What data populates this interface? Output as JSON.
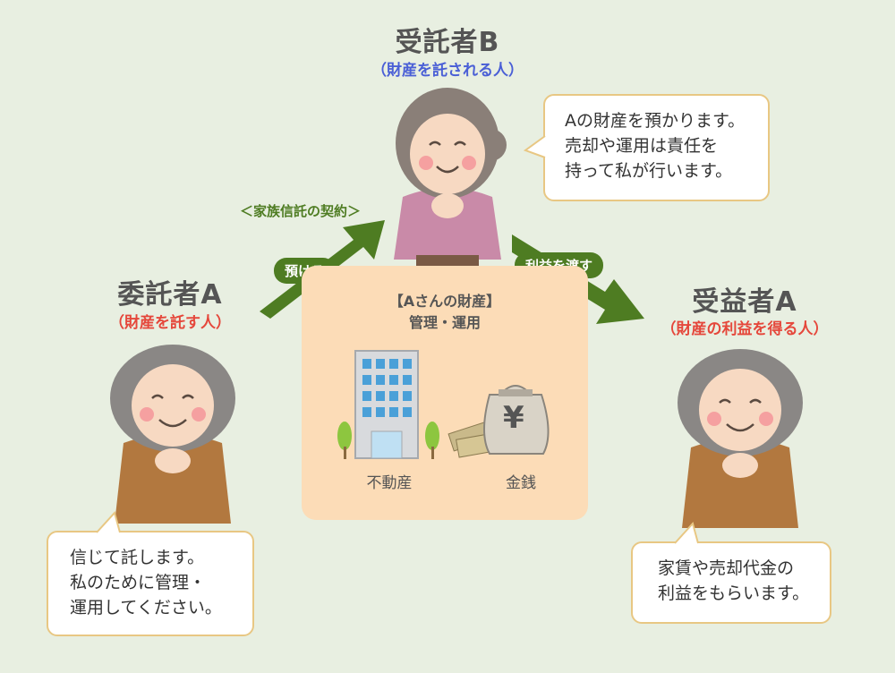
{
  "trustee": {
    "title": "受託者B",
    "subtitle": "（財産を託される人）",
    "speech": [
      "Aの財産を預かります。",
      "売却や運用は責任を",
      "持って私が行います。"
    ]
  },
  "settlor": {
    "title": "委託者A",
    "subtitle": "（財産を託す人）",
    "speech": [
      "信じて託します。",
      "私のために管理・",
      "運用してください。"
    ]
  },
  "beneficiary": {
    "title": "受益者A",
    "subtitle": "（財産の利益を得る人）",
    "speech": [
      "家賃や売却代金の",
      "利益をもらいます。"
    ]
  },
  "contract_label": "＜家族信託の契約＞",
  "arrows": {
    "entrust": "預ける",
    "pass_profit": "利益を渡す"
  },
  "assets": {
    "title": "【Aさんの財産】",
    "subtitle": "管理・運用",
    "real_estate": "不動産",
    "money": "金銭",
    "yen_symbol": "¥"
  },
  "colors": {
    "trustee_subtitle": "#4a5fd6",
    "settlor_subtitle": "#e5473b",
    "beneficiary_subtitle": "#e5473b",
    "arrow_green": "#4e7c22",
    "panel": "#fcdcb7",
    "bubble_border": "#e8c783",
    "background": "#e8efe1"
  }
}
